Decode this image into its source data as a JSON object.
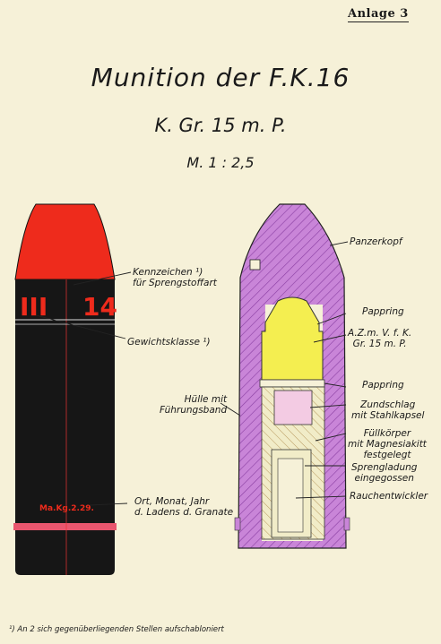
{
  "header": {
    "anlage": "Anlage 3"
  },
  "title": "Munition der F.K.16",
  "subtitle": "K. Gr. 15 m. P.",
  "scale": "M. 1 : 2,5",
  "shell_marks": {
    "roman": "III",
    "number": "14",
    "stamp": "Ma.Kg.2.29."
  },
  "labels_left_shell": {
    "kennzeichen": [
      "Kennzeichen ¹)",
      "für Sprengstoffart"
    ],
    "gewichtsklasse": "Gewichtsklasse ¹)",
    "ort": [
      "Ort, Monat, Jahr",
      "d. Ladens d. Granate"
    ]
  },
  "labels_left_section": {
    "huelle": [
      "Hülle mit",
      "Führungsband"
    ]
  },
  "labels_right": {
    "panzerkopf": "Panzerkopf",
    "pappring1": "Pappring",
    "az": [
      "A.Z.m. V. f. K.",
      "Gr. 15 m. P."
    ],
    "pappring2": "Pappring",
    "zundschlag": [
      "Zundschlag",
      "mit Stahlkapsel"
    ],
    "fuellkoerper": [
      "Füllkörper",
      "mit Magnesiakitt",
      "festgelegt"
    ],
    "sprengladung": [
      "Sprengladung",
      "eingegossen"
    ],
    "rauchentwickler": "Rauchentwickler"
  },
  "footnote": "¹) An 2 sich gegenüberliegenden Stellen aufschabloniert",
  "colors": {
    "paper": "#f6f1d8",
    "nose_red": "#ee2b1c",
    "body_black": "#161616",
    "section_purple": "#c985d8",
    "fuze_yellow": "#f4ee50",
    "pink": "#f3cbe3",
    "cream": "#f1ecc8"
  }
}
